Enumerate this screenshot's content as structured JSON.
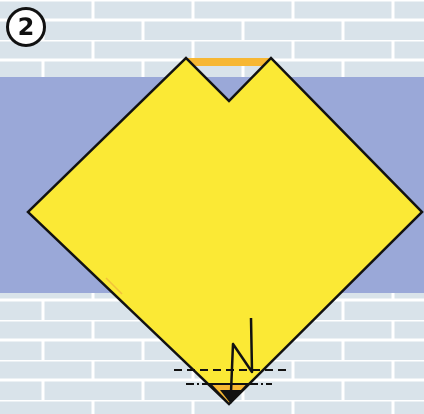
{
  "step": {
    "number": "2"
  },
  "colors": {
    "tile_background": "#d9e3ea",
    "tile_grid": "#ffffff",
    "blue_band": "#9aa8d8",
    "paper_yellow": "#fbe935",
    "paper_orange": "#f7b733",
    "outline": "#111111"
  },
  "icons": {
    "step_badge": "circled-number",
    "arrow": "fold-behind-arrow"
  }
}
